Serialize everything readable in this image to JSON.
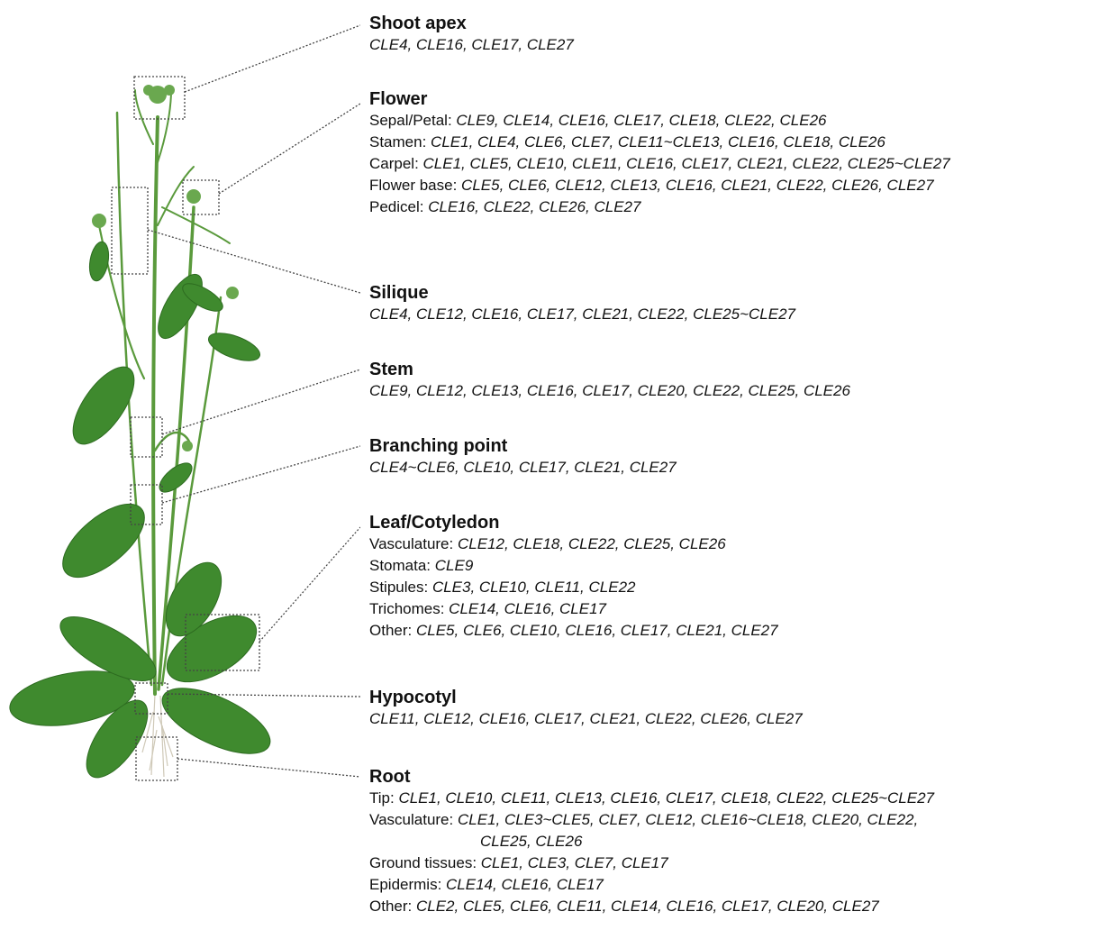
{
  "sections": [
    {
      "title": "Shoot apex",
      "lines": [
        {
          "label": "",
          "genes": "CLE4, CLE16, CLE17, CLE27"
        }
      ]
    },
    {
      "title": "Flower",
      "lines": [
        {
          "label": "Sepal/Petal: ",
          "genes": "CLE9, CLE14, CLE16, CLE17, CLE18, CLE22, CLE26"
        },
        {
          "label": "Stamen: ",
          "genes": "CLE1, CLE4, CLE6, CLE7, CLE11~CLE13, CLE16, CLE18, CLE26"
        },
        {
          "label": "Carpel: ",
          "genes": "CLE1, CLE5, CLE10, CLE11, CLE16, CLE17, CLE21, CLE22, CLE25~CLE27"
        },
        {
          "label": "Flower base: ",
          "genes": "CLE5, CLE6, CLE12, CLE13, CLE16, CLE21, CLE22, CLE26, CLE27"
        },
        {
          "label": "Pedicel: ",
          "genes": "CLE16, CLE22, CLE26, CLE27"
        }
      ]
    },
    {
      "title": "Silique",
      "lines": [
        {
          "label": "",
          "genes": "CLE4, CLE12, CLE16, CLE17, CLE21, CLE22, CLE25~CLE27"
        }
      ]
    },
    {
      "title": "Stem",
      "lines": [
        {
          "label": "",
          "genes": "CLE9, CLE12, CLE13, CLE16, CLE17, CLE20, CLE22, CLE25, CLE26"
        }
      ]
    },
    {
      "title": "Branching point",
      "lines": [
        {
          "label": "",
          "genes": "CLE4~CLE6, CLE10, CLE17, CLE21, CLE27"
        }
      ]
    },
    {
      "title": "Leaf/Cotyledon",
      "lines": [
        {
          "label": "Vasculature: ",
          "genes": "CLE12, CLE18, CLE22, CLE25, CLE26"
        },
        {
          "label": "Stomata: ",
          "genes": "CLE9"
        },
        {
          "label": "Stipules: ",
          "genes": "CLE3, CLE10, CLE11, CLE22"
        },
        {
          "label": "Trichomes: ",
          "genes": "CLE14, CLE16, CLE17"
        },
        {
          "label": "Other: ",
          "genes": "CLE5, CLE6, CLE10, CLE16, CLE17, CLE21, CLE27"
        }
      ]
    },
    {
      "title": "Hypocotyl",
      "lines": [
        {
          "label": "",
          "genes": "CLE11, CLE12, CLE16, CLE17, CLE21, CLE22, CLE26, CLE27"
        }
      ]
    },
    {
      "title": "Root",
      "lines": [
        {
          "label": "Tip: ",
          "genes": "CLE1, CLE10, CLE11, CLE13, CLE16, CLE17, CLE18, CLE22, CLE25~CLE27"
        },
        {
          "label": "Vasculature: ",
          "genes": "CLE1, CLE3~CLE5, CLE7, CLE12, CLE16~CLE18, CLE20, CLE22,"
        },
        {
          "label": "",
          "genes": "CLE25, CLE26",
          "continuation": true
        },
        {
          "label": "Ground tissues: ",
          "genes": "CLE1, CLE3, CLE7, CLE17"
        },
        {
          "label": "Epidermis: ",
          "genes": "CLE14, CLE16, CLE17"
        },
        {
          "label": "Other: ",
          "genes": "CLE2, CLE5, CLE6, CLE11, CLE14, CLE16, CLE17, CLE20, CLE27"
        }
      ]
    }
  ],
  "colors": {
    "leaf": "#3f8a2e",
    "leaf_dark": "#2d6b20",
    "stem": "#5a9a3c",
    "root": "#d9d4c4",
    "callout": "#444444"
  }
}
